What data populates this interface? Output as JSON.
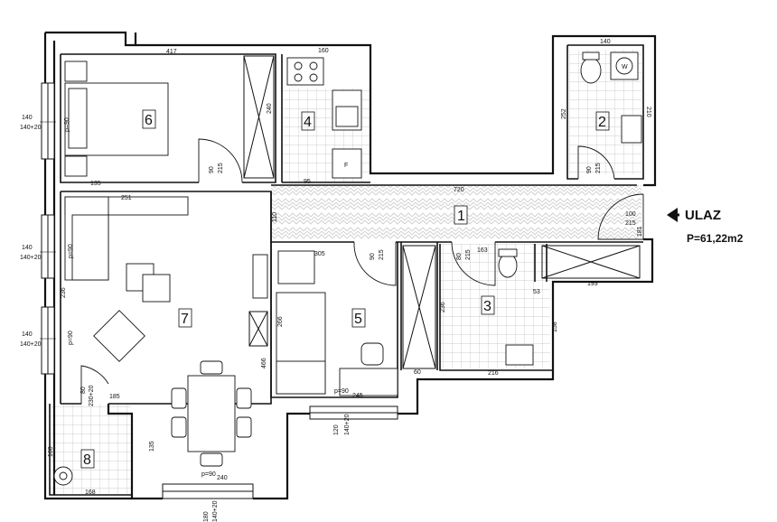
{
  "entrance_label": "ULAZ",
  "area_label": "P=61,22m2",
  "rooms": {
    "r1": "1",
    "r2": "2",
    "r3": "3",
    "r4": "4",
    "r5": "5",
    "r6": "6",
    "r7": "7",
    "r8": "8"
  },
  "fixtures": {
    "washer": "W",
    "fridge": "F"
  },
  "dims": {
    "d417": "417",
    "d160": "160",
    "d140": "140",
    "d240": "240",
    "d252": "252",
    "d210": "210",
    "d135": "135",
    "d95": "95",
    "d720": "720",
    "d251": "251",
    "d110": "110",
    "d100": "100",
    "d215": "215",
    "d181": "181",
    "d305": "305",
    "d163": "163",
    "d53": "53",
    "d193": "193",
    "d236": "236",
    "d158": "158",
    "d266": "266",
    "d466": "466",
    "d60": "60",
    "d216": "216",
    "d245": "245",
    "d185": "185",
    "d80": "80",
    "d90": "90",
    "d168": "168",
    "d140b": "140",
    "win": "140",
    "win20": "140+20",
    "p90": "p=90",
    "d230_20": "230+20",
    "d120": "120",
    "d180": "180"
  }
}
